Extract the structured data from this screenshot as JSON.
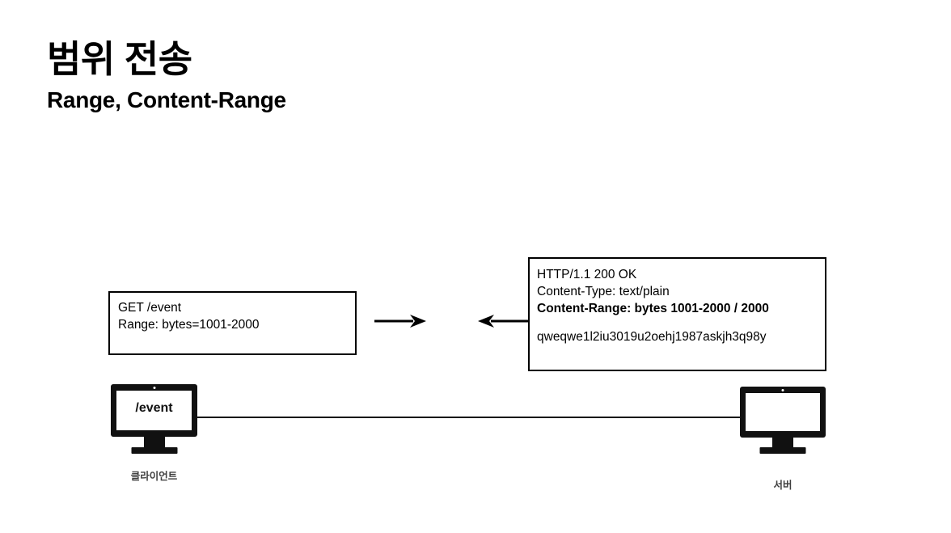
{
  "slide": {
    "title": "범위 전송",
    "subtitle": "Range, Content-Range"
  },
  "diagram": {
    "request_box": {
      "line1": "GET /event",
      "line2": "Range: bytes=1001-2000"
    },
    "response_box": {
      "line1": "HTTP/1.1 200 OK",
      "line2": "Content-Type: text/plain",
      "line3": "Content-Range: bytes 1001-2000 / 2000",
      "body": "qweqwe1l2iu3019u2oehj1987askjh3q98y"
    },
    "arrows": {
      "request": "arrow-right-icon",
      "response": "arrow-left-icon"
    },
    "client": {
      "screen_text": "/event",
      "label": "클라이언트",
      "icon": "monitor-icon"
    },
    "server": {
      "screen_text": "",
      "label": "서버",
      "icon": "monitor-icon"
    },
    "colors": {
      "stroke": "#000000",
      "device": "#111111",
      "label": "#3f3f3f",
      "background": "#ffffff"
    }
  }
}
